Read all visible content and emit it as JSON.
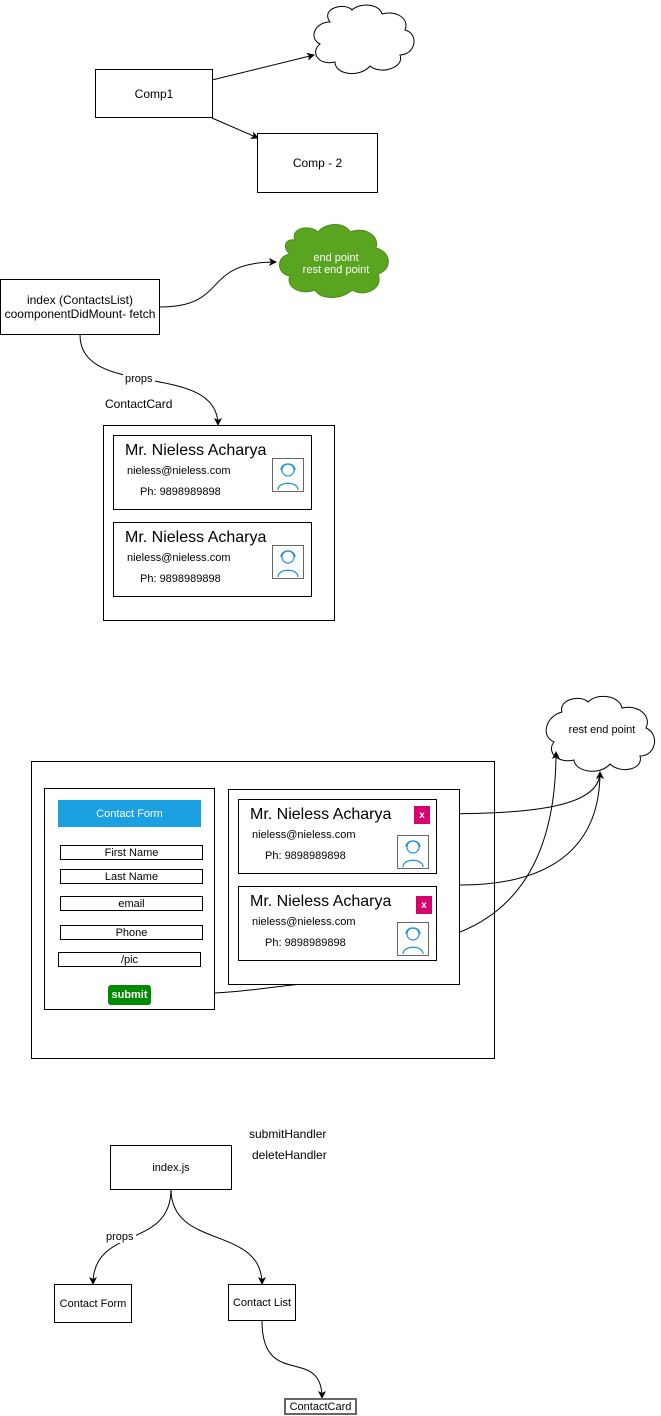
{
  "section1": {
    "comp1": "Comp1",
    "comp2": "Comp - 2"
  },
  "section2": {
    "index_line1": "index (ContactsList)",
    "index_line2": "coomponentDidMount- fetch",
    "endpoint_line1": "end point",
    "endpoint_line2": "rest end point",
    "props_label": "props",
    "contactcard_label": "ContactCard",
    "cards": [
      {
        "name": "Mr. Nieless Acharya",
        "email": "nieless@nieless.com",
        "phone": "Ph: 9898989898"
      },
      {
        "name": "Mr. Nieless Acharya",
        "email": "nieless@nieless.com",
        "phone": "Ph: 9898989898"
      }
    ]
  },
  "section3": {
    "cloud_label": "rest end point",
    "form_title": "Contact Form",
    "fields": [
      "First Name",
      "Last Name",
      "email",
      "Phone",
      "/pic"
    ],
    "submit_label": "submit",
    "delete_label": "x",
    "cards": [
      {
        "name": "Mr. Nieless Acharya",
        "email": "nieless@nieless.com",
        "phone": "Ph: 9898989898"
      },
      {
        "name": "Mr. Nieless Acharya",
        "email": "nieless@nieless.com",
        "phone": "Ph: 9898989898"
      }
    ]
  },
  "section4": {
    "submit_handler": "submitHandler",
    "delete_handler": "deleteHandler",
    "index_js": "index.js",
    "props_label": "props",
    "contact_form": "Contact Form",
    "contact_list": "Contact List",
    "contact_card": "ContactCard"
  },
  "colors": {
    "green_cloud": "#5aa51f",
    "form_header": "#1ba1e2",
    "submit_green": "#008a00",
    "delete_pink": "#d6006f",
    "avatar_blue": "#1f8fe0"
  }
}
